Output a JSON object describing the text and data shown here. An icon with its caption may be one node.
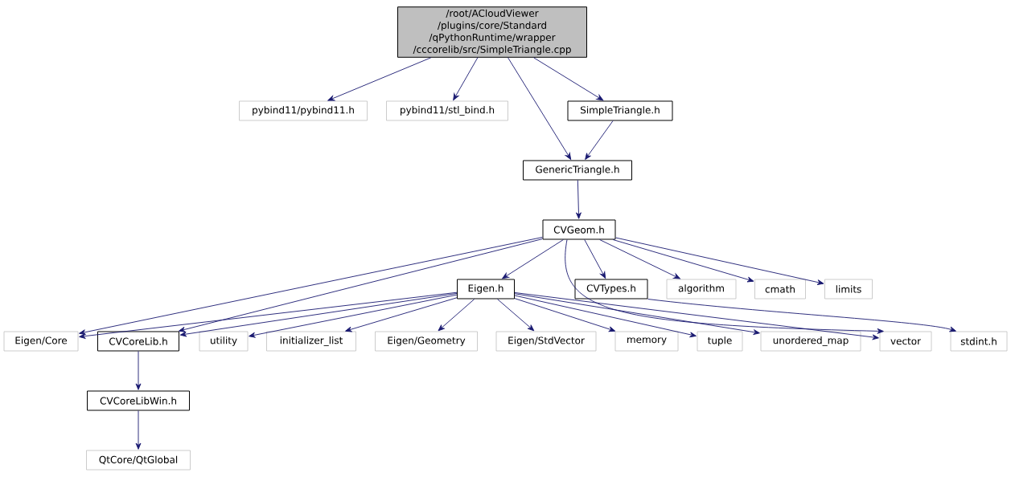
{
  "diagram": {
    "nodes": [
      {
        "text": [
          "/root/ACloudViewer /plugins/core/Standard /qPythonRuntime/wrapper /cccorelib/src/SimpleTriangle.cpp"
        ]
      },
      {
        "text": [
          "pybind11/pybind11.h"
        ]
      },
      {
        "text": [
          "pybind11/stl_bind.h"
        ]
      },
      {
        "text": [
          "SimpleTriangle.h"
        ]
      },
      {
        "text": [
          "GenericTriangle.h"
        ]
      },
      {
        "text": [
          "CVGeom.h"
        ]
      },
      {
        "text": [
          "Eigen.h"
        ]
      },
      {
        "text": [
          "CVTypes.h"
        ]
      },
      {
        "text": [
          "algorithm"
        ]
      },
      {
        "text": [
          "cmath"
        ]
      },
      {
        "text": [
          "limits"
        ]
      },
      {
        "text": [
          "Eigen/Core"
        ]
      },
      {
        "text": [
          "CVCoreLib.h"
        ]
      },
      {
        "text": [
          "utility"
        ]
      },
      {
        "text": [
          "initializer_list"
        ]
      },
      {
        "text": [
          "Eigen/Geometry"
        ]
      },
      {
        "text": [
          "Eigen/StdVector"
        ]
      },
      {
        "text": [
          "memory"
        ]
      },
      {
        "text": [
          "tuple"
        ]
      },
      {
        "text": [
          "unordered_map"
        ]
      },
      {
        "text": [
          "vector"
        ]
      },
      {
        "text": [
          "stdint.h"
        ]
      },
      {
        "text": [
          "CVCoreLibWin.h"
        ]
      },
      {
        "text": [
          "QtCore/QtGlobal"
        ]
      }
    ],
    "edges": [
      {
        "from": 0,
        "to": 1,
        "arrow": "to"
      },
      {
        "from": 0,
        "to": 2,
        "arrow": "to"
      },
      {
        "from": 0,
        "to": 4,
        "arrow": "to"
      },
      {
        "from": 0,
        "to": 3,
        "arrow": "to"
      },
      {
        "from": 3,
        "to": 4,
        "arrow": "to"
      },
      {
        "from": 4,
        "to": 5,
        "arrow": "to"
      },
      {
        "from": 5,
        "to": 11,
        "arrow": "to"
      },
      {
        "from": 5,
        "to": 12,
        "arrow": "to"
      },
      {
        "from": 5,
        "to": 6,
        "arrow": "to"
      },
      {
        "from": 5,
        "to": 20,
        "arrow": "to"
      },
      {
        "from": 5,
        "to": 7,
        "arrow": "to"
      },
      {
        "from": 5,
        "to": 8,
        "arrow": "to"
      },
      {
        "from": 5,
        "to": 9,
        "arrow": "to"
      },
      {
        "from": 5,
        "to": 10,
        "arrow": "to"
      },
      {
        "from": 6,
        "to": 11,
        "arrow": "to"
      },
      {
        "from": 6,
        "to": 12,
        "arrow": "to"
      },
      {
        "from": 6,
        "to": 13,
        "arrow": "to"
      },
      {
        "from": 6,
        "to": 14,
        "arrow": "to"
      },
      {
        "from": 6,
        "to": 15,
        "arrow": "to"
      },
      {
        "from": 6,
        "to": 16,
        "arrow": "to"
      },
      {
        "from": 6,
        "to": 17,
        "arrow": "to"
      },
      {
        "from": 6,
        "to": 18,
        "arrow": "to"
      },
      {
        "from": 6,
        "to": 19,
        "arrow": "to"
      },
      {
        "from": 6,
        "to": 20,
        "arrow": "to"
      },
      {
        "from": 7,
        "to": 21,
        "arrow": "to"
      },
      {
        "from": 12,
        "to": 22,
        "arrow": "to"
      },
      {
        "from": 22,
        "to": 23,
        "arrow": "to"
      }
    ]
  }
}
